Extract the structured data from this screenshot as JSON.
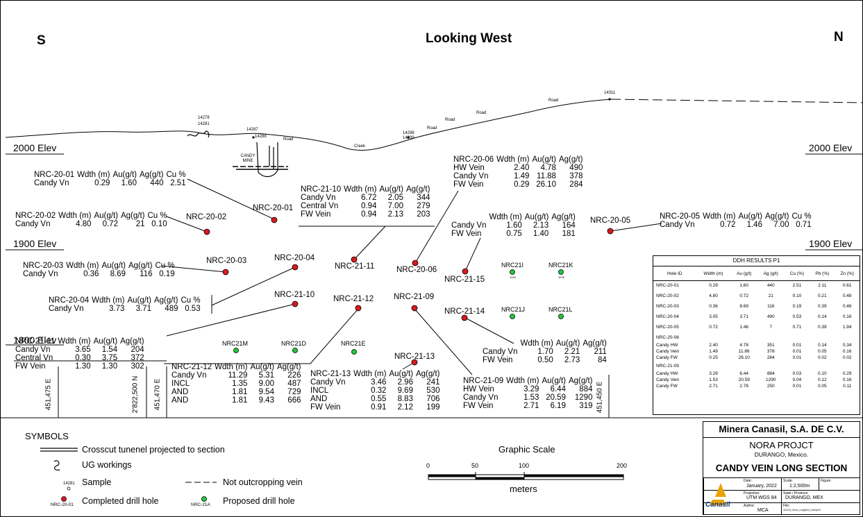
{
  "header": {
    "left_dir": "S",
    "title": "Looking West",
    "right_dir": "N"
  },
  "elevations": {
    "e2000": "2000 Elev",
    "e1900": "1900 Elev",
    "e1800": "1800 Elev"
  },
  "surface": {
    "road": "Road",
    "creek": "Creek",
    "samples": [
      "14278",
      "14281",
      "14287",
      "14288",
      "14298",
      "14299",
      "14311"
    ],
    "mine_label": "CANDY MINE"
  },
  "holes": {
    "nrc2001": "NRC-20-01",
    "nrc2002": "NRC-20-02",
    "nrc2003": "NRC-20-03",
    "nrc2004": "NRC-20-04",
    "nrc2005": "NRC-20-05",
    "nrc2006": "NRC-20-06",
    "nrc2109": "NRC-21-09",
    "nrc2110": "NRC-21-10",
    "nrc2111": "NRC-21-11",
    "nrc2112": "NRC-21-12",
    "nrc2113": "NRC-21-13",
    "nrc2114": "NRC-21-14",
    "nrc2115": "NRC-21-15"
  },
  "proposed": {
    "i": "NRC21I",
    "k": "NRC21K",
    "j": "NRC21J",
    "l": "NRC21L",
    "m": "NRC21M",
    "d": "NRC21D",
    "e": "NRC21E",
    "tag1": "1000",
    "tag2": "1025"
  },
  "blocks": {
    "b2001": [
      [
        "NRC-20-01",
        "Wdth (m)",
        "Au(g/t)",
        "Ag(g/t)",
        "Cu %"
      ],
      [
        "Candy Vn",
        "0.29",
        "1.60",
        "440",
        "2.51"
      ]
    ],
    "b2002": [
      [
        "NRC-20-02",
        "Wdth (m)",
        "Au(g/t)",
        "Ag(g/t)",
        "Cu %"
      ],
      [
        "Candy Vn",
        "4.80",
        "0.72",
        "21",
        "0.10"
      ]
    ],
    "b2003": [
      [
        "NRC-20-03",
        "Wdth (m)",
        "Au(g/t)",
        "Ag(g/t)",
        "Cu %"
      ],
      [
        "Candy Vn",
        "0.36",
        "8.69",
        "116",
        "0.19"
      ]
    ],
    "b2004": [
      [
        "NRC-20-04",
        "Wdth (m)",
        "Au(g/t)",
        "Ag(g/t)",
        "Cu %"
      ],
      [
        "Candy Vn",
        "3.73",
        "3.71",
        "489",
        "0.53"
      ]
    ],
    "b2005": [
      [
        "NRC-20-05",
        "Wdth (m)",
        "Au(g/t)",
        "Ag(g/t)",
        "Cu %"
      ],
      [
        "Candy Vn",
        "0.72",
        "1.46",
        "7.00",
        "0.71"
      ]
    ],
    "b2006": [
      [
        "NRC-20-06",
        "Wdth (m)",
        "Au(g/t)",
        "Ag(g/t)"
      ],
      [
        "HW Vein",
        "2.40",
        "4.78",
        "490"
      ],
      [
        "Candy Vn",
        "1.49",
        "11.88",
        "378"
      ],
      [
        "FW Vein",
        "0.29",
        "26.10",
        "284"
      ]
    ],
    "b2110": [
      [
        "NRC-21-10",
        "Wdth (m)",
        "Au(g/t)",
        "Ag(g/t)"
      ],
      [
        "Candy Vn",
        "6.72",
        "2.05",
        "344"
      ],
      [
        "Central Vn",
        "0.94",
        "7.00",
        "279"
      ],
      [
        "FW Vein",
        "0.94",
        "2.13",
        "203"
      ]
    ],
    "b2115": [
      [
        "",
        "Wdth (m)",
        "Au(g/t)",
        "Ag(g/t)"
      ],
      [
        "Candy Vn",
        "1.60",
        "2.13",
        "164"
      ],
      [
        "FW Vein",
        "0.75",
        "1.40",
        "181"
      ]
    ],
    "b2111": [
      [
        "NRC-21-11",
        "Wdth (m)",
        "Au(g/t)",
        "Ag(g/t)"
      ],
      [
        "Candy Vn",
        "3.65",
        "1.54",
        "204"
      ],
      [
        "Central Vn",
        "0.30",
        "3.75",
        "372"
      ],
      [
        "FW Vein",
        "1.30",
        "1.30",
        "302"
      ]
    ],
    "b2112": [
      [
        "NRC-21-12",
        "Wdth (m)",
        "Au(g/t)",
        "Ag(g/t)"
      ],
      [
        "Candy Vn",
        "11.29",
        "5.31",
        "226"
      ],
      [
        "INCL",
        "1.35",
        "9.00",
        "487"
      ],
      [
        "AND",
        "1.81",
        "9.54",
        "729"
      ],
      [
        "AND",
        "1.81",
        "9.43",
        "666"
      ]
    ],
    "b2113": [
      [
        "NRC-21-13",
        "Wdth (m)",
        "Au(g/t)",
        "Ag(g/t)"
      ],
      [
        "Candy Vn",
        "3.46",
        "2.96",
        "241"
      ],
      [
        "INCL",
        "0.32",
        "9.69",
        "530"
      ],
      [
        "AND",
        "0.55",
        "8.83",
        "706"
      ],
      [
        "FW Vein",
        "0.91",
        "2.12",
        "199"
      ]
    ],
    "b2114": [
      [
        "",
        "Wdth (m)",
        "Au(g/t)",
        "Ag(g/t)"
      ],
      [
        "Candy Vn",
        "1.70",
        "2.21",
        "211"
      ],
      [
        "FW Vein",
        "0.50",
        "2.73",
        "84"
      ]
    ],
    "b2109": [
      [
        "NRC-21-09",
        "Wdth (m)",
        "Au(g/t)",
        "Ag(g/t)"
      ],
      [
        "HW Vein",
        "3.29",
        "6.44",
        "884"
      ],
      [
        "Candy Vn",
        "1.53",
        "20.59",
        "1290"
      ],
      [
        "FW Vein",
        "2.71",
        "6.19",
        "319"
      ]
    ]
  },
  "grid": {
    "e1": "451,475 E",
    "n1": "2'822,500 N",
    "e2": "451,470 E",
    "e3": "451,450 E"
  },
  "ddh": {
    "title": "DDH RESULTS P1",
    "headers": [
      "Hole ID",
      "Width (m)",
      "Au (g/t)",
      "Ag (g/t)",
      "Cu (%)",
      "Pb (%)",
      "Zn (%)"
    ],
    "rows": [
      [
        "NRC-20-01",
        "0.29",
        "1.60",
        "440",
        "2.51",
        "2.11",
        "0.61"
      ],
      [
        "NRC-20-02",
        "4.80",
        "0.72",
        "21",
        "0.10",
        "0.21",
        "0.48"
      ],
      [
        "NRC-20-03",
        "0.36",
        "8.69",
        "116",
        "0.19",
        "0.39",
        "0.46"
      ],
      [
        "NRC-20-04",
        "3.05",
        "3.71",
        "490",
        "0.53",
        "0.14",
        "0.16"
      ],
      [
        "NRC-20-05",
        "0.72",
        "1.46",
        "7",
        "0.71",
        "0.39",
        "1.94"
      ],
      [
        "NRC-20-06",
        "",
        "",
        "",
        "",
        "",
        ""
      ],
      [
        "Candy HW",
        "2.40",
        "4.78",
        "351",
        "0.01",
        "0.14",
        "0.34"
      ],
      [
        "Candy Vein",
        "1.49",
        "11.86",
        "378",
        "0.01",
        "0.05",
        "0.16"
      ],
      [
        "Candy FW",
        "0.25",
        "26.10",
        "284",
        "0.01",
        "0.02",
        "0.02"
      ],
      [
        "NRC-21-09",
        "",
        "",
        "",
        "",
        "",
        ""
      ],
      [
        "Candy HW",
        "3.29",
        "6.44",
        "884",
        "0.03",
        "0.10",
        "0.29"
      ],
      [
        "Candy Vein",
        "1.53",
        "20.59",
        "1290",
        "0.04",
        "0.12",
        "0.16"
      ],
      [
        "Candy FW",
        "2.71",
        "2.78",
        "250",
        "0.01",
        "0.05",
        "0.11"
      ]
    ]
  },
  "symbols": {
    "title": "SYMBOLS",
    "crosscut": "Crosscut tunenel projected to section",
    "ug": "UG workings",
    "sample_num": "14281",
    "sample": "Sample",
    "not_outcrop": "Not outcropping vein",
    "completed_tag": "NRC-20-01",
    "completed": "Completed drill hole",
    "proposed_tag": "NRC-21A",
    "proposed": "Proposed drill hole"
  },
  "scale": {
    "title": "Graphic Scale",
    "ticks": [
      "0",
      "50",
      "100",
      "200"
    ],
    "unit": "meters"
  },
  "titleblock": {
    "company": "Minera Canasil, S.A. DE C.V.",
    "project": "NORA PROJCT",
    "location": "DURANGO, Mexico.",
    "section": "CANDY VEIN LONG SECTION",
    "date_label": "Date:",
    "date": "January, 2022",
    "scale_label": "Scale:",
    "scale": "1:2,500m",
    "figure_label": "Figure:",
    "projection_label": "Projection:",
    "projection": "UTM WGS 84",
    "state_label": "State / Province:",
    "state": "DURANGO, MEX",
    "author_label": "Author:",
    "author": "MCA",
    "file_label": "File:",
    "file": "110124_Nora_LongSect_CandyVn",
    "logo": "Canasil"
  },
  "colors": {
    "completed": "#d71920",
    "proposed": "#22c83a",
    "line": "#000000"
  }
}
